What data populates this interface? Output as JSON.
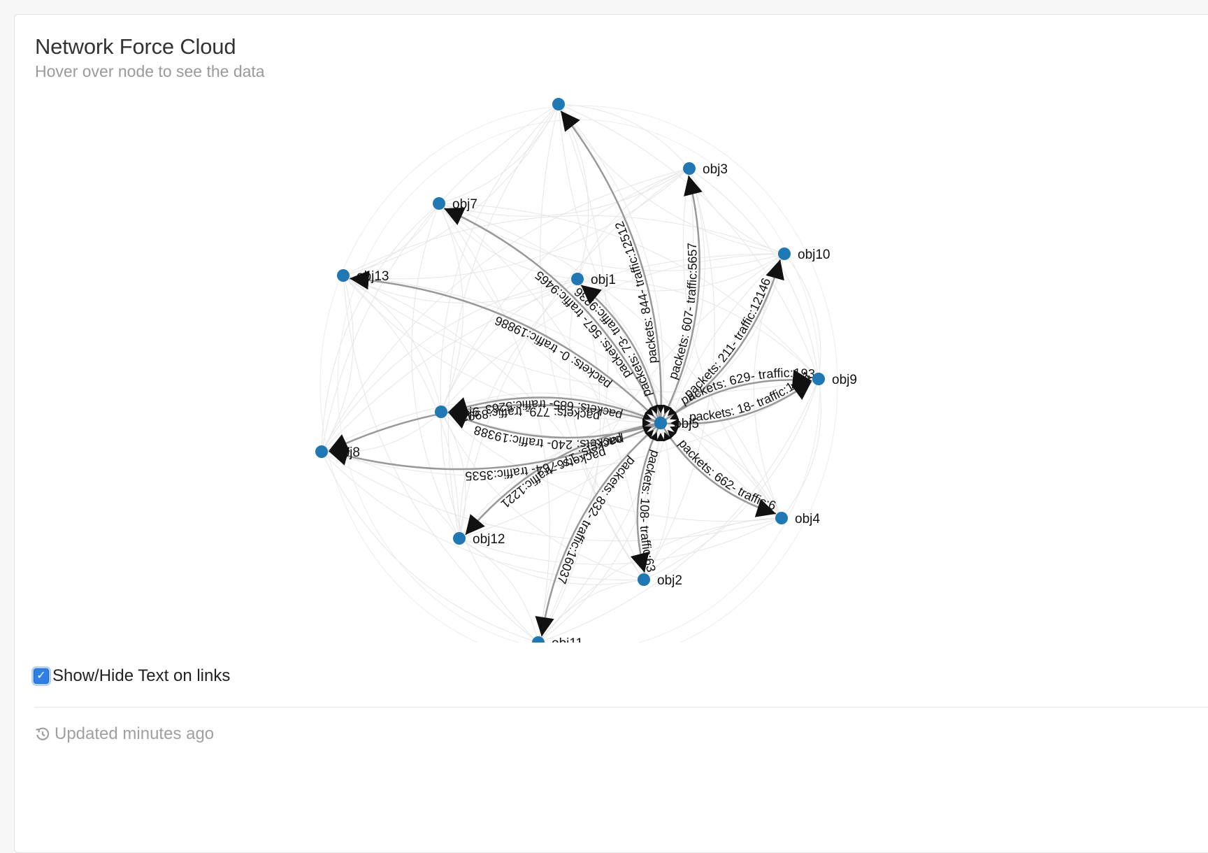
{
  "header": {
    "title": "Network Force Cloud",
    "subtitle": "Hover over node to see the data"
  },
  "controls": {
    "toggle_label": "Show/Hide Text on links",
    "toggle_checked": true
  },
  "footer": {
    "updated_text": "Updated minutes ago",
    "icon": "history-icon"
  },
  "colors": {
    "node": "#1f77b4",
    "link": "#999999",
    "background_link": "#e6e6e6",
    "accent": "#2f7fe6"
  },
  "graph": {
    "hub": "obj5",
    "nodes": [
      {
        "id": "obj1",
        "label": "obj1"
      },
      {
        "id": "obj2",
        "label": "obj2"
      },
      {
        "id": "obj3",
        "label": "obj3"
      },
      {
        "id": "obj4",
        "label": "obj4"
      },
      {
        "id": "obj5",
        "label": "obj5"
      },
      {
        "id": "obj6",
        "label": "obj6"
      },
      {
        "id": "obj7",
        "label": "obj7"
      },
      {
        "id": "obj8",
        "label": "obj8"
      },
      {
        "id": "obj9",
        "label": "obj9"
      },
      {
        "id": "obj10",
        "label": "obj10"
      },
      {
        "id": "obj11",
        "label": "obj11"
      },
      {
        "id": "obj12",
        "label": "obj12"
      },
      {
        "id": "obj13",
        "label": "obj13"
      },
      {
        "id": "obj14",
        "label": ""
      }
    ],
    "links": [
      {
        "target": "obj14",
        "label": "packets: 844- traffic:12512"
      },
      {
        "target": "obj3",
        "label": "packets: 607- traffic:5657"
      },
      {
        "target": "obj7",
        "label": "packets: 567- traffic:9465"
      },
      {
        "target": "obj1",
        "label": "packets: 73- traffic:9236"
      },
      {
        "target": "obj13",
        "label": "packets: 0- traffic:19886"
      },
      {
        "target": "obj10",
        "label": "packets: 211- traffic:12146"
      },
      {
        "target": "obj9",
        "label": "packets: 18- traffic:14318"
      },
      {
        "target": "obj8",
        "label": "packets: 779- traffic:8993"
      },
      {
        "target": "obj6",
        "label": "packets: 685- traffic:5263"
      },
      {
        "target": "obj4",
        "label": "packets: 662- traffic:6694"
      },
      {
        "target": "obj2",
        "label": "packets: 108- traffic:6396"
      },
      {
        "target": "obj12",
        "label": "packets: 176- traffic:1221"
      },
      {
        "target": "obj11",
        "label": "packets: 832- traffic:16037"
      },
      {
        "target": "obj8",
        "label": "packets: 764- traffic:3535"
      },
      {
        "target": "obj9",
        "label": "packets: 629- traffic:1935"
      },
      {
        "target": "obj6",
        "label": "packets: 240- traffic:19388"
      }
    ]
  }
}
